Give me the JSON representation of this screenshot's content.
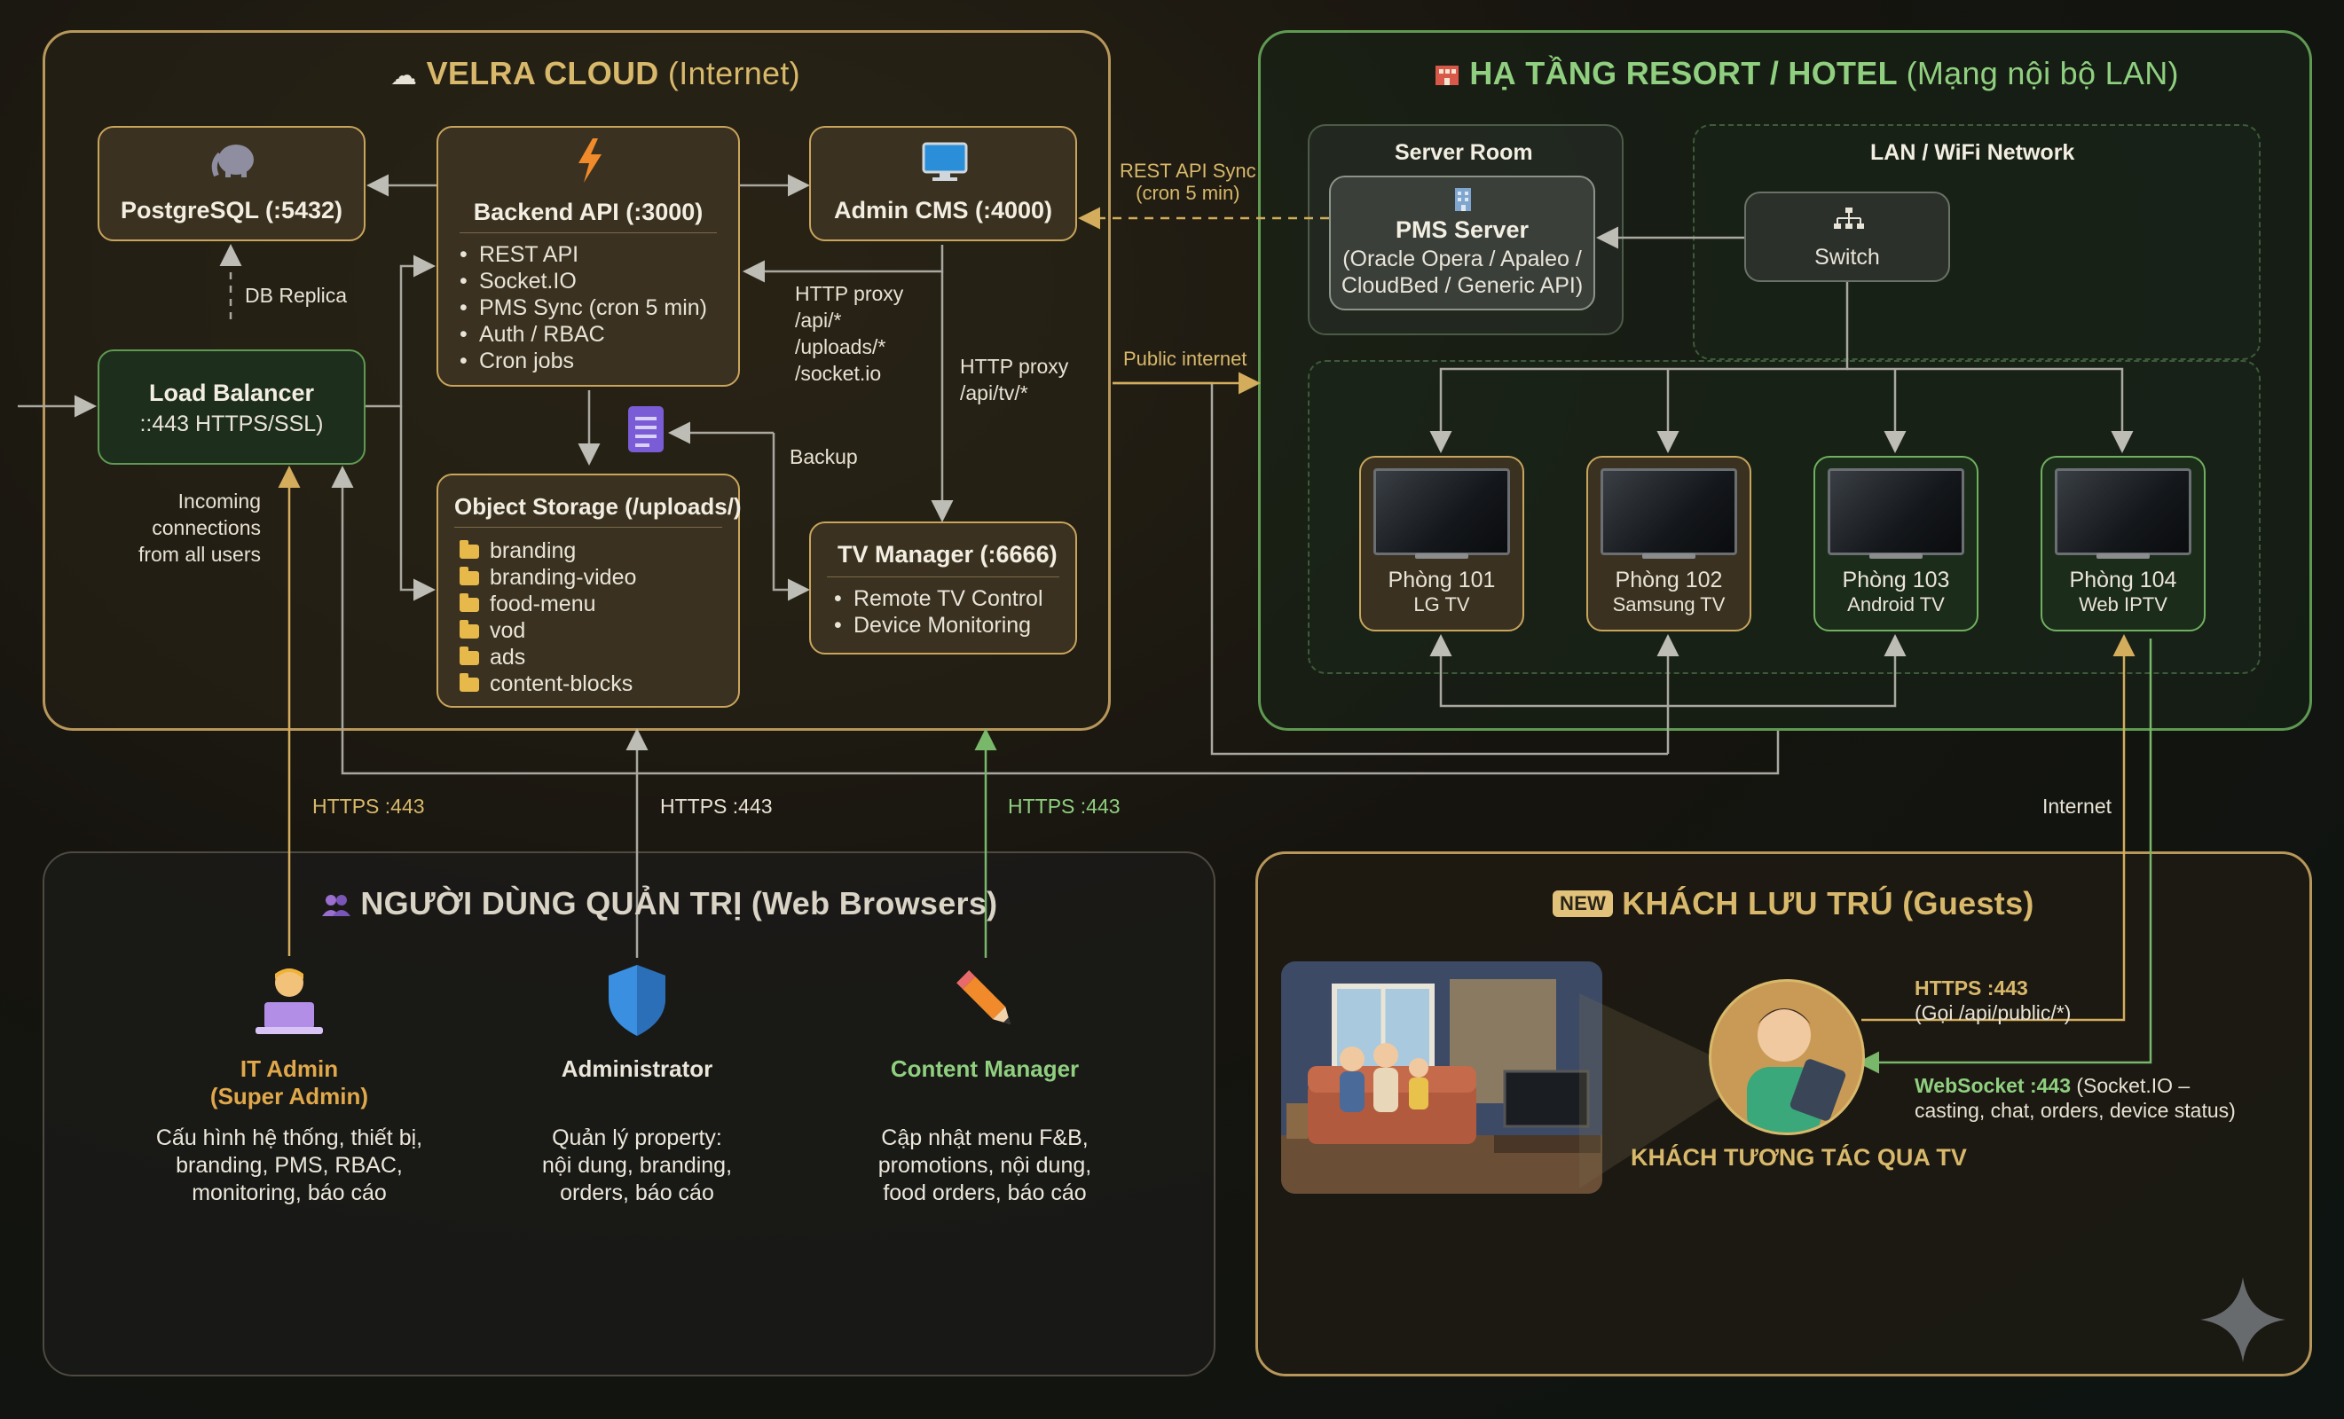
{
  "colors": {
    "gold": "#c9a55c",
    "green": "#6fb05f",
    "accent_orange": "#f08a2a",
    "text": "#e9e4d8"
  },
  "cloud": {
    "title": "VELRA CLOUD",
    "title_suffix": "(Internet)",
    "icon": "cloud-icon",
    "postgres": {
      "label": "PostgreSQL (:5432)",
      "icon": "elephant-icon"
    },
    "backend": {
      "label": "Backend API (:3000)",
      "icon": "lightning-icon",
      "items": [
        "REST API",
        "Socket.IO",
        "PMS Sync (cron 5 min)",
        "Auth / RBAC",
        "Cron jobs"
      ]
    },
    "admin_cms": {
      "label": "Admin CMS (:4000)",
      "icon": "monitor-icon"
    },
    "load_balancer": {
      "label": "Load Balancer",
      "sub": "::443 HTTPS/SSL)"
    },
    "object_storage": {
      "label": "Object Storage (/uploads/)",
      "folders": [
        "branding",
        "branding-video",
        "food-menu",
        "vod",
        "ads",
        "content-blocks"
      ]
    },
    "tv_manager": {
      "label": "TV Manager (:6666)",
      "items": [
        "Remote TV Control",
        "Device Monitoring"
      ]
    },
    "db_replica": "DB Replica",
    "http_proxy_1": [
      "HTTP proxy",
      "/api/*",
      "/uploads/*",
      "/socket.io"
    ],
    "http_proxy_2": [
      "HTTP proxy",
      "/api/tv/*"
    ],
    "backup": "Backup",
    "incoming": [
      "Incoming",
      "connections",
      "from all users"
    ]
  },
  "links": {
    "rest_sync": [
      "REST API Sync",
      "(cron 5 min)"
    ],
    "public_internet": "Public internet",
    "https_1": "HTTPS :443",
    "https_2": "HTTPS :443",
    "https_3": "HTTPS :443",
    "internet": "Internet"
  },
  "resort": {
    "title": "HẠ TẦNG RESORT / HOTEL",
    "title_suffix": "(Mạng nội bộ LAN)",
    "icon": "hotel-icon",
    "server_room": "Server Room",
    "pms": {
      "label": "PMS Server",
      "desc": [
        "(Oracle Opera / Apaleo /",
        "CloudBed / Generic API)"
      ],
      "icon": "building-icon"
    },
    "lan": "LAN / WiFi Network",
    "switch": {
      "label": "Switch",
      "icon": "network-switch-icon"
    },
    "tvs": [
      {
        "room": "Phòng 101",
        "type": "LG TV"
      },
      {
        "room": "Phòng 102",
        "type": "Samsung TV"
      },
      {
        "room": "Phòng 103",
        "type": "Android TV"
      },
      {
        "room": "Phòng 104",
        "type": "Web IPTV"
      }
    ]
  },
  "admins": {
    "title": "NGƯỜI DÙNG QUẢN TRỊ (Web Browsers)",
    "icon": "users-icon",
    "roles": [
      {
        "title": "IT Admin",
        "title2": "(Super Admin)",
        "icon": "laptop-user-icon",
        "desc": [
          "Cấu hình hệ thống, thiết bị,",
          "branding, PMS, RBAC,",
          "monitoring, báo cáo"
        ]
      },
      {
        "title": "Administrator",
        "title2": "",
        "icon": "shield-icon",
        "desc": [
          "Quản lý property:",
          "nội dung, branding,",
          "orders, báo cáo"
        ]
      },
      {
        "title": "Content Manager",
        "title2": "",
        "icon": "pencil-icon",
        "desc": [
          "Cập nhật menu F&B,",
          "promotions, nội dung,",
          "food orders, báo cáo"
        ]
      }
    ]
  },
  "guests": {
    "badge": "NEW",
    "title": "KHÁCH LƯU TRÚ (Guests)",
    "caption": "KHÁCH TƯƠNG TÁC QUA TV",
    "https_label": "HTTPS :443",
    "https_desc": "(Gọi /api/public/*)",
    "ws_label": "WebSocket :443",
    "ws_desc_1": "(Socket.IO –",
    "ws_desc_2": "casting, chat, orders, device status)",
    "family_icon": "family-watching-tv-icon",
    "guest_icon": "guest-with-tablet-icon"
  },
  "decor_icon": "sparkle-icon"
}
